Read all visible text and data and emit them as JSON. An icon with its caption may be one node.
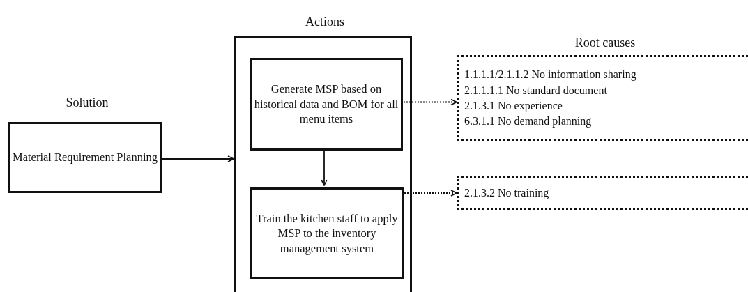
{
  "diagram": {
    "nodes": [
      {
        "text": [
          "Solution",
          "Material Requirement Planning"
        ]
      },
      {
        "text": [
          "Actions"
        ]
      },
      {
        "text": [
          "Generate MSP based on historical data and BOM for all menu items"
        ],
        "in": 1
      },
      {
        "text": [
          "Train the kitchen staff to apply MSP to the inventory management system"
        ],
        "in": 1
      },
      {
        "text": [
          "Root causes",
          "1.1.1.1/2.1.1.2 No information sharing",
          "2.1.1.1.1 No standard document",
          "2.1.3.1 No experience",
          "6.3.1.1 No demand planning"
        ]
      },
      {
        "text": [
          "2.1.3.2 No training"
        ]
      }
    ],
    "edges": [
      {
        "from": 0,
        "to": 1,
        "arrow": "to"
      },
      {
        "from": 2,
        "to": 3,
        "arrow": "to"
      },
      {
        "from": 2,
        "to": 4,
        "arrow": "to",
        "style": "dashed"
      },
      {
        "from": 3,
        "to": 5,
        "arrow": "to",
        "style": "dashed"
      }
    ]
  }
}
